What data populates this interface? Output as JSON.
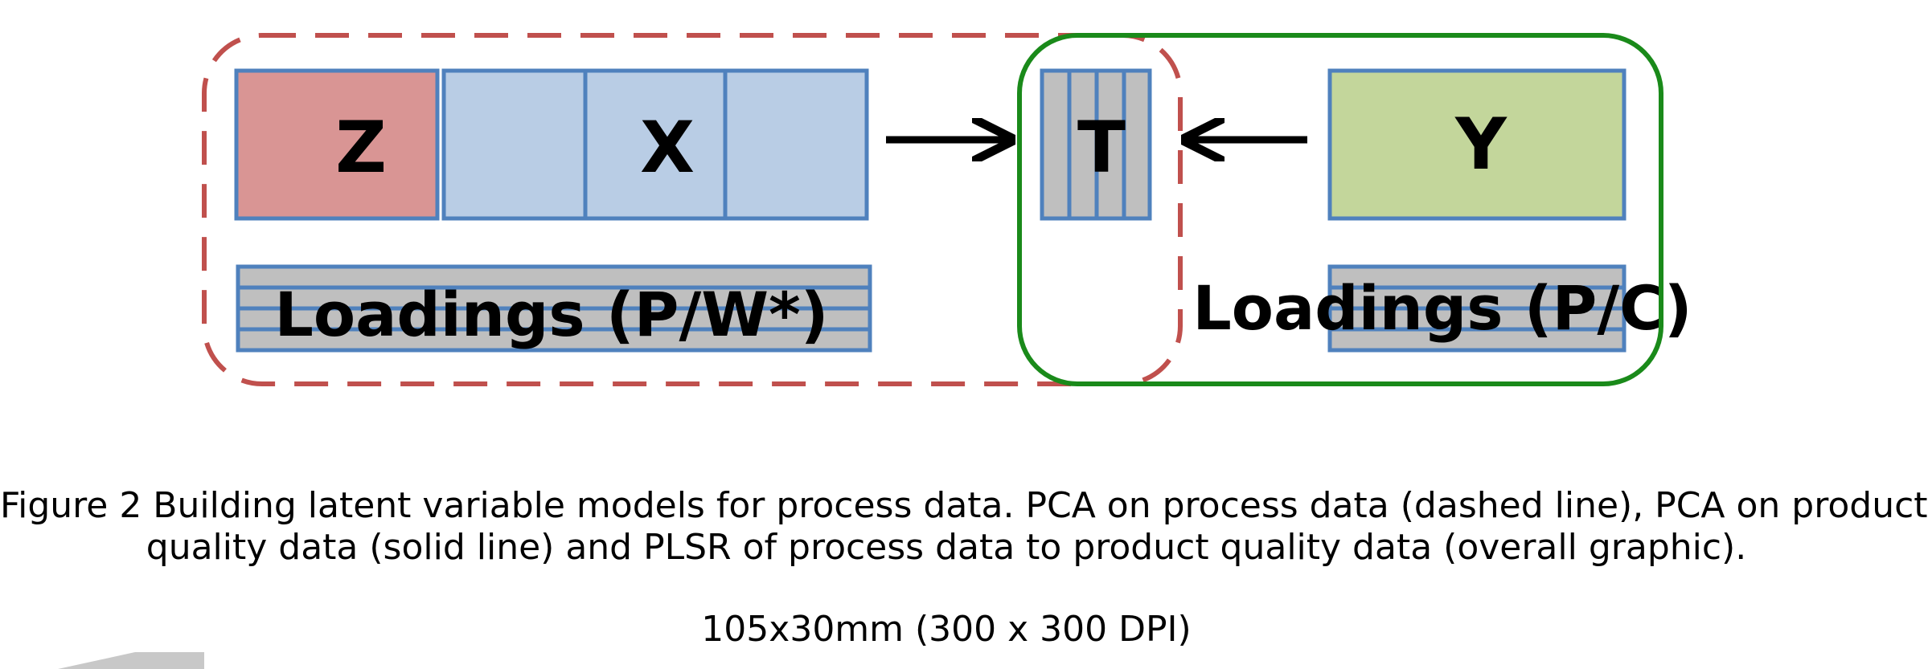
{
  "diagram": {
    "blocks": {
      "z": "Z",
      "x": "X",
      "t": "T",
      "y": "Y"
    },
    "loadings_left": "Loadings (P/W*)",
    "loadings_right": "Loadings (P/C)",
    "colors": {
      "z_fill": "#d99594",
      "x_fill": "#b9cde5",
      "y_fill": "#c3d69b",
      "grey_fill": "#bfbfbf",
      "box_stroke": "#4f81bd",
      "dashed_boundary": "#c0504d",
      "solid_boundary": "#1a8a1a"
    }
  },
  "caption": {
    "line1": "Figure 2 Building latent variable models for process data. PCA on process data (dashed line), PCA on product",
    "line2": "quality data (solid line) and PLSR of process data to product quality data (overall graphic).",
    "size_note": "105x30mm (300 x 300 DPI)"
  }
}
